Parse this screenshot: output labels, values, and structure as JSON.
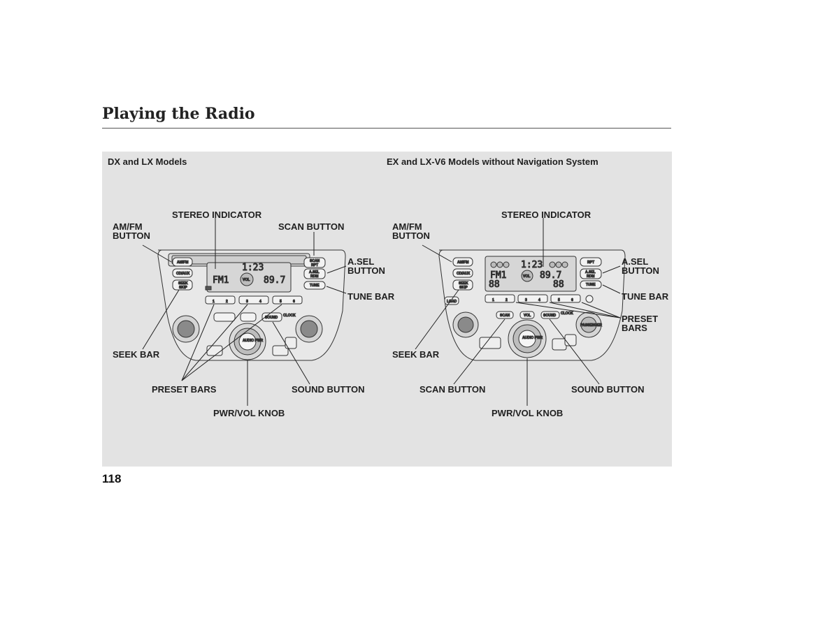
{
  "page": {
    "title": "Playing the Radio",
    "page_number": "118"
  },
  "left_figure": {
    "heading": "DX and LX Models",
    "callouts": {
      "stereo_indicator": "STEREO INDICATOR",
      "scan_button": "SCAN BUTTON",
      "amfm_line1": "AM/FM",
      "amfm_line2": "BUTTON",
      "asel_line1": "A.SEL",
      "asel_line2": "BUTTON",
      "tune_bar": "TUNE BAR",
      "seek_bar": "SEEK BAR",
      "preset_bars": "PRESET BARS",
      "sound_button": "SOUND BUTTON",
      "pwr_vol_knob": "PWR/VOL KNOB"
    },
    "unit": {
      "amfm": "AM/FM",
      "cdaux": "CD/AUX",
      "scan_top": "SCAN",
      "scan_bottom": "RPT",
      "asel_top": "A.SEL",
      "asel_bottom": "RDM",
      "tune": "TUNE",
      "seek_top": "SEEK",
      "seek_bottom": "SKIP",
      "sound": "SOUND",
      "clock": "CLOCK",
      "knob": "AUDIO PWR",
      "display_time": "1:23",
      "display_band": "FM1",
      "display_freq": "89.7",
      "display_vol": "VOL",
      "presets": [
        "1",
        "2",
        "3",
        "4",
        "5",
        "6"
      ]
    }
  },
  "right_figure": {
    "heading": "EX and LX-V6 Models without Navigation System",
    "callouts": {
      "stereo_indicator": "STEREO INDICATOR",
      "amfm_line1": "AM/FM",
      "amfm_line2": "BUTTON",
      "asel_line1": "A.SEL",
      "asel_line2": "BUTTON",
      "tune_bar": "TUNE BAR",
      "preset_line1": "PRESET",
      "preset_line2": "BARS",
      "seek_bar": "SEEK BAR",
      "scan_button": "SCAN BUTTON",
      "sound_button": "SOUND BUTTON",
      "pwr_vol_knob": "PWR/VOL KNOB"
    },
    "unit": {
      "amfm": "AM/FM",
      "cdaux": "CD/AUX",
      "rpt": "RPT",
      "asel_top": "A.SEL",
      "asel_bottom": "RDM",
      "tune": "TUNE",
      "seek_top": "SEEK",
      "seek_bottom": "SKIP",
      "load": "LOAD",
      "scan": "SCAN",
      "vol": "VOL",
      "sound": "SOUND",
      "clock": "CLOCK",
      "knob": "AUDIO PWR",
      "passenger": "PASSENGER",
      "display_time": "1:23",
      "display_band": "FM1",
      "display_freq": "89.7",
      "display_vol": "VOL",
      "display_left": "88",
      "display_right": "88",
      "presets": [
        "1",
        "2",
        "3",
        "4",
        "5",
        "6"
      ]
    }
  }
}
